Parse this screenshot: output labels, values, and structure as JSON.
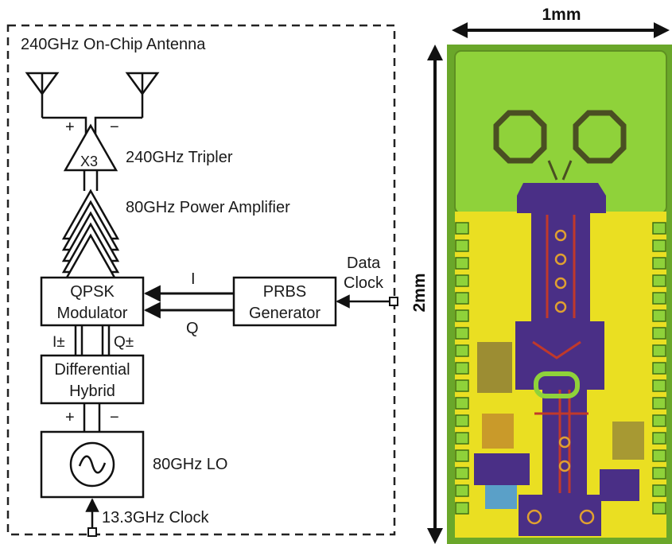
{
  "block_diagram": {
    "antenna_label": "240GHz On-Chip Antenna",
    "plus": "+",
    "minus": "−",
    "tripler_symbol": "X3",
    "tripler_label": "240GHz Tripler",
    "pa_label": "80GHz Power Amplifier",
    "modulator_line1": "QPSK",
    "modulator_line2": "Modulator",
    "prbs_line1": "PRBS",
    "prbs_line2": "Generator",
    "i_signal": "I",
    "q_signal": "Q",
    "data_line1": "Data",
    "data_line2": "Clock",
    "i_pm": "I±",
    "q_pm": "Q±",
    "hybrid_line1": "Differential",
    "hybrid_line2": "Hybrid",
    "lo_label": "80GHz LO",
    "clock_label": "13.3GHz Clock"
  },
  "die_photo": {
    "width_label": "1mm",
    "height_label": "2mm"
  },
  "colors": {
    "die_green": "#8fd23a",
    "die_yellow": "#f0e61e",
    "die_purple": "#4a2f86",
    "die_red": "#c0392b"
  }
}
